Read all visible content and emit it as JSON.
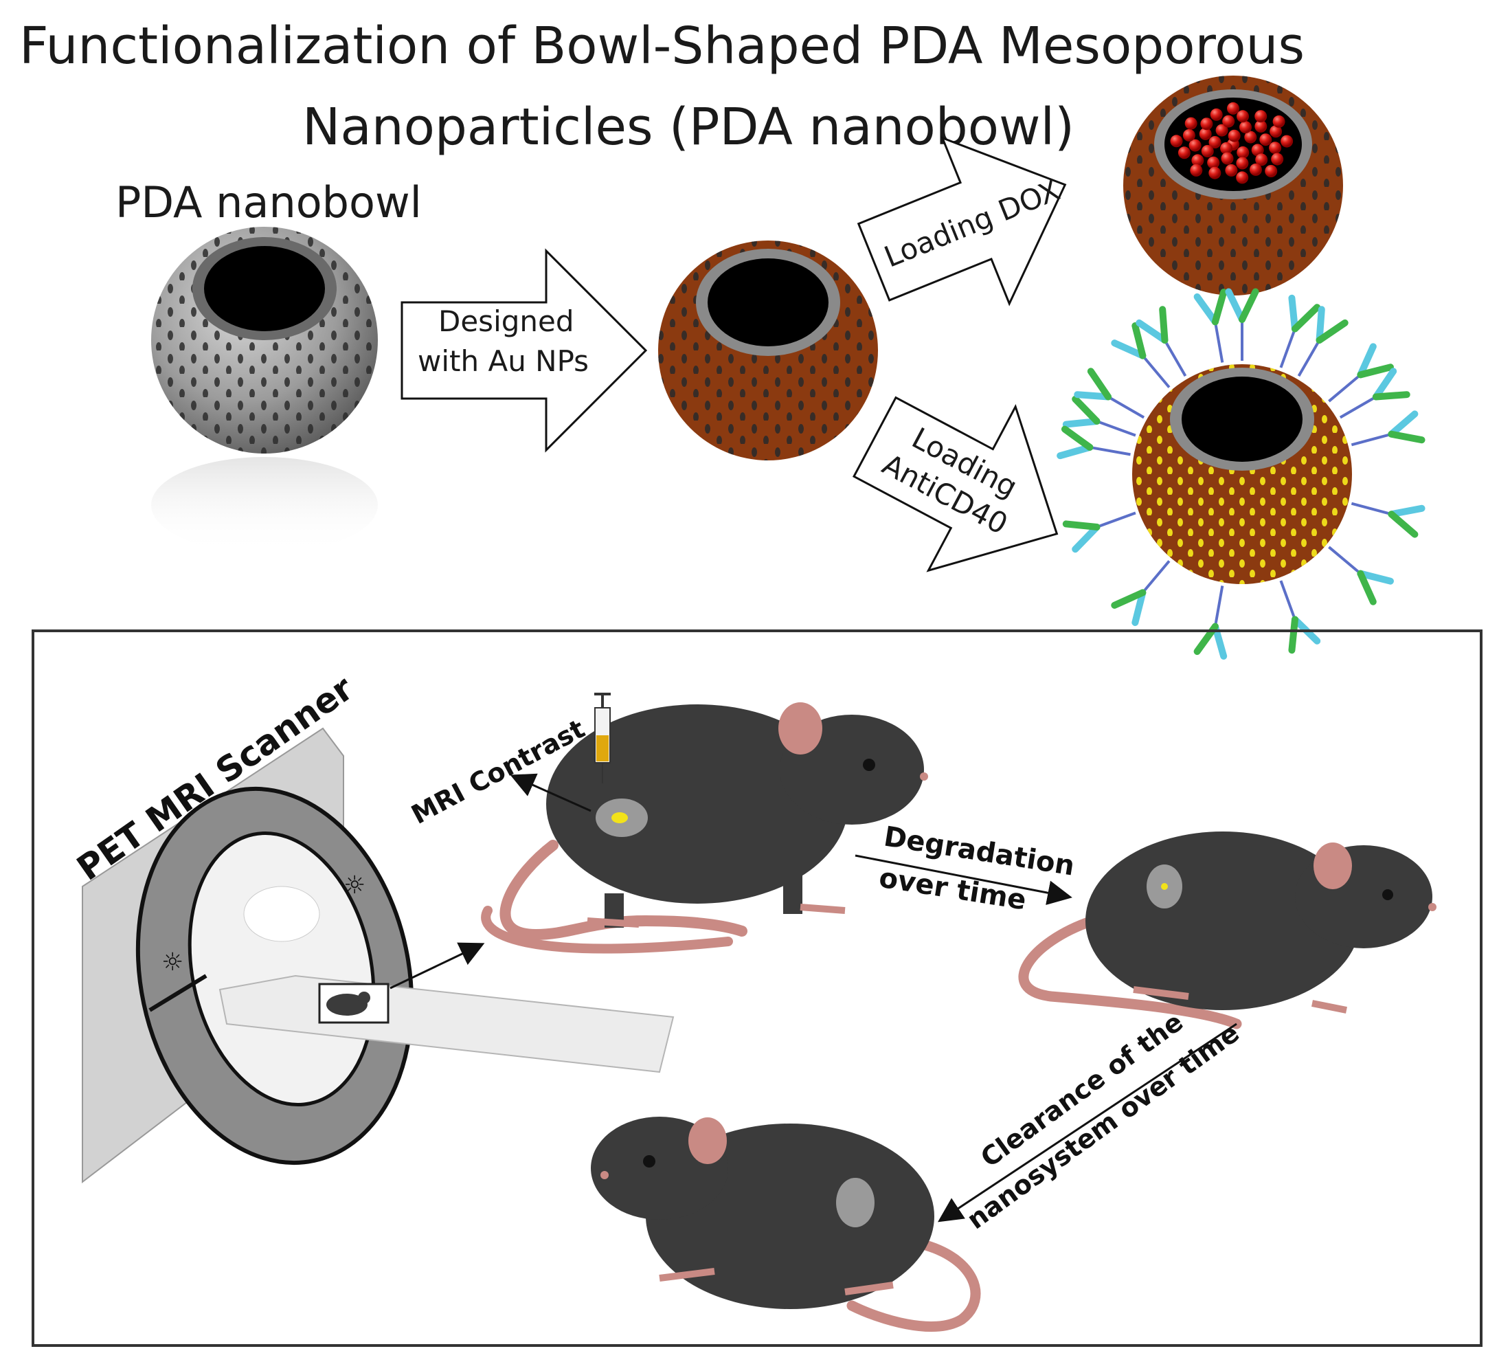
{
  "title": {
    "line1": "Functionalization of Bowl-Shaped PDA Mesoporous",
    "line2": "Nanoparticles (PDA nanobowl)"
  },
  "top_panel": {
    "start_label": "PDA nanobowl",
    "arrow_designed": {
      "line1": "Designed",
      "line2": "with Au NPs"
    },
    "arrow_dox": {
      "line1": "Loading DOX"
    },
    "arrow_anticd40": {
      "line1": "Loading",
      "line2": "AntiCD40"
    }
  },
  "bottom_panel": {
    "scanner_label": "PET MRI Scanner",
    "mri_contrast_label": "MRI Contrast",
    "degradation": {
      "line1": "Degradation",
      "line2": "over time"
    },
    "clearance": {
      "line1": "Clearance of the",
      "line2": "nanosystem over time"
    }
  },
  "colors": {
    "bowl_gray": "#9a9a9a",
    "bowl_brown": "#8b3a10",
    "dox_red": "#e0201a",
    "antibody_cyan": "#5bc8e0",
    "antibody_green": "#3fb54a",
    "au_yellow": "#f2e21a",
    "mouse_body": "#3b3b3b",
    "mouse_pink": "#c98a84",
    "panel_border": "#333333"
  }
}
